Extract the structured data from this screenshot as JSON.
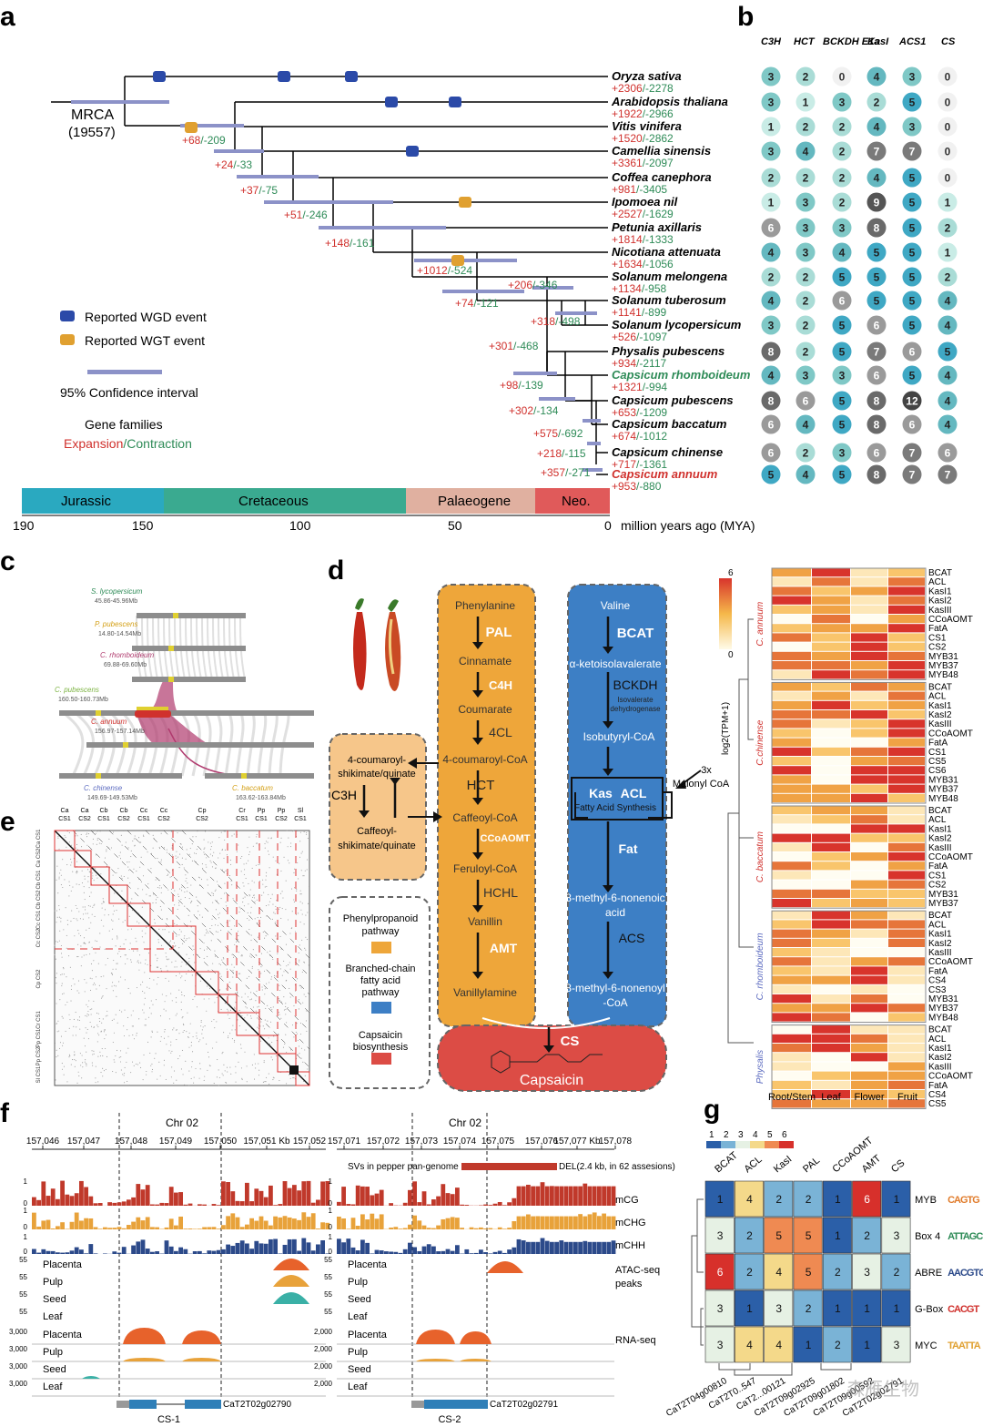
{
  "panels": {
    "a": "a",
    "b": "b",
    "c": "c",
    "d": "d",
    "e": "e",
    "f": "f",
    "g": "g"
  },
  "tree": {
    "root_label": "MRCA",
    "root_count": "(19557)",
    "species": [
      {
        "name": "Oryza sativa",
        "gain": "+2306",
        "loss": "/-2278",
        "color": "#000"
      },
      {
        "name": "Arabidopsis thaliana",
        "gain": "+1922",
        "loss": "/-2966",
        "color": "#000"
      },
      {
        "name": "Vitis vinifera",
        "gain": "+1520",
        "loss": "/-2862",
        "color": "#000"
      },
      {
        "name": "Camellia sinensis",
        "gain": "+3361",
        "loss": "/-2097",
        "color": "#000"
      },
      {
        "name": "Coffea canephora",
        "gain": "+981",
        "loss": "/-3405",
        "color": "#000"
      },
      {
        "name": "Ipomoea nil",
        "gain": "+2527",
        "loss": "/-1629",
        "color": "#000"
      },
      {
        "name": "Petunia axillaris",
        "gain": "+1814",
        "loss": "/-1333",
        "color": "#000"
      },
      {
        "name": "Nicotiana attenuata",
        "gain": "+1634",
        "loss": "/-1056",
        "color": "#000"
      },
      {
        "name": "Solanum melongena",
        "gain": "+1134",
        "loss": "/-958",
        "color": "#000"
      },
      {
        "name": "Solanum tuberosum",
        "gain": "+1141",
        "loss": "/-899",
        "color": "#000"
      },
      {
        "name": "Solanum lycopersicum",
        "gain": "+526",
        "loss": "/-1097",
        "color": "#000"
      },
      {
        "name": "Physalis pubescens",
        "gain": "+934",
        "loss": "/-2117",
        "color": "#000"
      },
      {
        "name": "Capsicum rhomboideum",
        "gain": "+1321",
        "loss": "/-994",
        "color": "#2e8b57"
      },
      {
        "name": "Capsicum pubescens",
        "gain": "+653",
        "loss": "/-1209",
        "color": "#000"
      },
      {
        "name": "Capsicum baccatum",
        "gain": "+674",
        "loss": "/-1012",
        "color": "#000"
      },
      {
        "name": "Capsicum chinense",
        "gain": "+717",
        "loss": "/-1361",
        "color": "#000"
      },
      {
        "name": "Capsicum annuum",
        "gain": "+953",
        "loss": "/-880",
        "color": "#d0312d"
      }
    ],
    "node_labels": [
      {
        "g": "+68",
        "l": "/-209"
      },
      {
        "g": "+24",
        "l": "/-33"
      },
      {
        "g": "+37",
        "l": "/-75"
      },
      {
        "g": "+51",
        "l": "/-246"
      },
      {
        "g": "+148",
        "l": "/-161"
      },
      {
        "g": "+1012",
        "l": "/-524"
      },
      {
        "g": "+206",
        "l": "/-346"
      },
      {
        "g": "+74",
        "l": "/-121"
      },
      {
        "g": "+318",
        "l": "/-498"
      },
      {
        "g": "+301",
        "l": "/-468"
      },
      {
        "g": "+98",
        "l": "/-139"
      },
      {
        "g": "+302",
        "l": "/-134"
      },
      {
        "g": "+575",
        "l": "/-692"
      },
      {
        "g": "+218",
        "l": "/-115"
      },
      {
        "g": "+357",
        "l": "/-271"
      }
    ],
    "legend": {
      "wgd": "Reported WGD event",
      "wgt": "Reported WGT event",
      "ci": "95% Confidence interval",
      "gf": "Gene families",
      "exp": "Expansion",
      "slash": "/",
      "con": "Contraction"
    },
    "periods": [
      "Jurassic",
      "Cretaceous",
      "Palaeogene",
      "Neo."
    ],
    "ticks": [
      "190",
      "150",
      "100",
      "50",
      "0"
    ],
    "axis_label": "million years ago (MYA)"
  },
  "gene_counts": {
    "headers": [
      "C3H",
      "HCT",
      "BCKDH E1a",
      "KasI",
      "ACS1",
      "CS"
    ],
    "rows": [
      [
        3,
        2,
        0,
        4,
        3,
        0
      ],
      [
        3,
        1,
        3,
        2,
        5,
        0
      ],
      [
        1,
        2,
        2,
        4,
        3,
        0
      ],
      [
        3,
        4,
        2,
        7,
        7,
        0
      ],
      [
        2,
        2,
        2,
        4,
        5,
        0
      ],
      [
        1,
        3,
        2,
        9,
        5,
        1
      ],
      [
        6,
        3,
        3,
        8,
        5,
        2
      ],
      [
        4,
        3,
        4,
        5,
        5,
        1
      ],
      [
        2,
        2,
        5,
        5,
        5,
        2
      ],
      [
        4,
        2,
        6,
        5,
        5,
        4
      ],
      [
        3,
        2,
        5,
        6,
        5,
        4
      ],
      [
        8,
        2,
        5,
        7,
        6,
        5
      ],
      [
        4,
        3,
        3,
        6,
        5,
        4
      ],
      [
        8,
        6,
        5,
        8,
        12,
        4
      ],
      [
        6,
        4,
        5,
        8,
        6,
        4
      ],
      [
        6,
        2,
        3,
        6,
        7,
        6
      ],
      [
        5,
        4,
        5,
        8,
        7,
        7
      ]
    ]
  },
  "synteny": {
    "tracks": [
      {
        "name": "S. lycopersicum",
        "range": "45.86-45.96Mb",
        "color": "#2e8b57"
      },
      {
        "name": "P. pubescens",
        "range": "14.80-14.54Mb",
        "color": "#d4a017"
      },
      {
        "name": "C. rhomboideum",
        "range": "69.88-69.60Mb",
        "color": "#b03a6e"
      },
      {
        "name": "C. pubescens",
        "range": "160.50-160.73Mb",
        "color": "#7cb342"
      },
      {
        "name": "C. annuum",
        "range": "156.97-157.14Mb",
        "color": "#d0312d"
      },
      {
        "name": "C. chinense",
        "range": "149.69-149.53Mb",
        "color": "#5c6bc0"
      },
      {
        "name": "C. baccatum",
        "range": "163.62-163.84Mb",
        "color": "#d4a017"
      }
    ]
  },
  "dotplot": {
    "top_labels": [
      "Ca CS1",
      "Ca CS2",
      "Cb CS1",
      "Cb CS2",
      "Cc CS1",
      "Cc CS2",
      "Cp CS2",
      "Cr CS1",
      "Pp CS1",
      "Pp CS2",
      "Sl CS1"
    ]
  },
  "pathway": {
    "left_col": [
      "Phenylanine",
      "PAL",
      "Cinnamate",
      "C4H",
      "Coumarate",
      "4CL",
      "4-coumaroyl-CoA",
      "HCT",
      "Caffeoyl-CoA",
      "CCoAOMT",
      "Feruloyl-CoA",
      "HCHL",
      "Vanillin",
      "AMT",
      "Vanillylamine"
    ],
    "right_col": [
      "Valine",
      "BCAT",
      "α-ketoisolavalerate",
      "BCKDH",
      "Isovalerate dehydrogenase",
      "Isobutyryl-CoA",
      "Kas",
      "ACL",
      "Fatty Acid Synthesis",
      "Fat",
      "8-methyl-6-nonenoic acid",
      "ACS",
      "8-methyl-6-nonenoyl -CoA"
    ],
    "side": [
      "4-coumaroyl- shikimate/quinate",
      "C3H",
      "Caffeoyl- shikimate/quinate"
    ],
    "malonyl": "3x Malonyl CoA",
    "cs": "CS",
    "product": "Capsaicin",
    "legend": [
      "Phenylpropanoid pathway",
      "Branched-chain fatty acid pathway",
      "Capsaicin biosynthesis"
    ]
  },
  "expression": {
    "scale_max": "6",
    "scale_min": "0",
    "scale_label": "log2(TPM+1)",
    "groups": [
      {
        "name": "C. annuum",
        "genes": [
          "BCAT",
          "ACL",
          "KasI1",
          "KasI2",
          "KasIII",
          "CCoAOMT",
          "FatA",
          "CS1",
          "CS2",
          "MYB31",
          "MYB37",
          "MYB48"
        ]
      },
      {
        "name": "C.chinense",
        "genes": [
          "BCAT",
          "ACL",
          "KasI1",
          "KasI2",
          "KasIII",
          "CCoAOMT",
          "FatA",
          "CS1",
          "CS5",
          "CS6",
          "MYB31",
          "MYB37",
          "MYB48"
        ]
      },
      {
        "name": "C. baccatum",
        "genes": [
          "BCAT",
          "ACL",
          "KasI1",
          "KasI2",
          "KasIII",
          "CCoAOMT",
          "FatA",
          "CS1",
          "CS2",
          "MYB31",
          "MYB37"
        ]
      },
      {
        "name": "C. rhomboideum",
        "genes": [
          "BCAT",
          "ACL",
          "KasI1",
          "KasI2",
          "KasIII",
          "CCoAOMT",
          "FatA",
          "CS4",
          "CS3",
          "MYB31",
          "MYB37",
          "MYB48"
        ]
      },
      {
        "name": "Physalis",
        "genes": [
          "BCAT",
          "ACL",
          "KasI1",
          "KasI2",
          "KasIII",
          "CCoAOMT",
          "FatA",
          "CS4",
          "CS5"
        ]
      }
    ],
    "tissues": [
      "Root/Stem",
      "Leaf",
      "Flower",
      "Fruit"
    ]
  },
  "tracks": {
    "chr": "Chr 02",
    "left_ticks": [
      "157,046",
      "157,047",
      "157,048",
      "157,049",
      "157,050",
      "157,051 Kb",
      "157,052"
    ],
    "right_ticks": [
      "157,071",
      "157,072",
      "157,073",
      "157,074",
      "157,075",
      "157,076",
      "157,077 Kb",
      "157,078"
    ],
    "sv_label": "SVs in pepper pan-genome",
    "del_label": "DEL(2.4 kb, in 62 assesions)",
    "meth": [
      "mCG",
      "mCHG",
      "mCHH"
    ],
    "atac_label": "ATAC-seq peaks",
    "rna_label": "RNA-seq",
    "tissues": [
      "Placenta",
      "Pulp",
      "Seed",
      "Leaf"
    ],
    "gene_left": "CaT2T02g02790",
    "gene_right": "CaT2T02g02791",
    "cs_left": "CS-1",
    "cs_right": "CS-2",
    "y1": "1",
    "y0": "0",
    "y55": "55",
    "y3000": "3,000",
    "y2000": "2,000"
  },
  "motif": {
    "scale": [
      "1",
      "2",
      "3",
      "4",
      "5",
      "6"
    ],
    "cols": [
      "BCAT",
      "ACL",
      "KasI",
      "PAL",
      "CCoAOMT",
      "AMT",
      "CS"
    ],
    "rows": [
      {
        "name": "MYB",
        "logo": "CAGTG",
        "vals": [
          1,
          4,
          2,
          2,
          1,
          6,
          1
        ]
      },
      {
        "name": "Box 4",
        "logo": "ATTAGC",
        "vals": [
          3,
          2,
          5,
          5,
          1,
          2,
          3
        ]
      },
      {
        "name": "ABRE",
        "logo": "AACGTG",
        "vals": [
          6,
          2,
          4,
          5,
          2,
          3,
          2
        ]
      },
      {
        "name": "G-Box",
        "logo": "CACGT",
        "vals": [
          3,
          1,
          3,
          2,
          1,
          1,
          1
        ]
      },
      {
        "name": "MYC",
        "logo": "TAATTA",
        "vals": [
          3,
          4,
          4,
          1,
          2,
          1,
          3
        ]
      }
    ],
    "gene_ids": [
      "CaT2T04g00810",
      "CaT2T0..547",
      "CaT2...00121",
      "CaT2T09g02925",
      "CaT2T09g01802",
      "CaT2T09g00592",
      "CaT2T02g02791"
    ]
  },
  "watermark": "森雁生物"
}
